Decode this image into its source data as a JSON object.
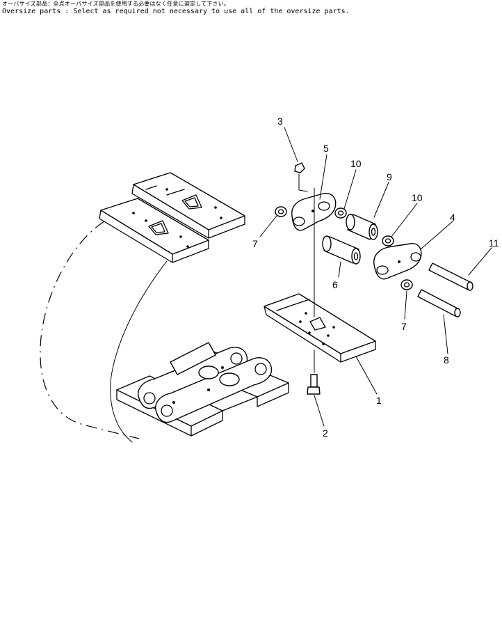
{
  "notes": {
    "japanese": "オーバサイズ部品：全点オーバサイズ部品を使用する必要はなく任意に選定して下さい。",
    "english": "Oversize parts : Select as required not necessary to use all of the oversize parts."
  },
  "callouts": [
    "1",
    "2",
    "3",
    "4",
    "5",
    "6",
    "7",
    "7",
    "8",
    "9",
    "10",
    "10",
    "11"
  ]
}
